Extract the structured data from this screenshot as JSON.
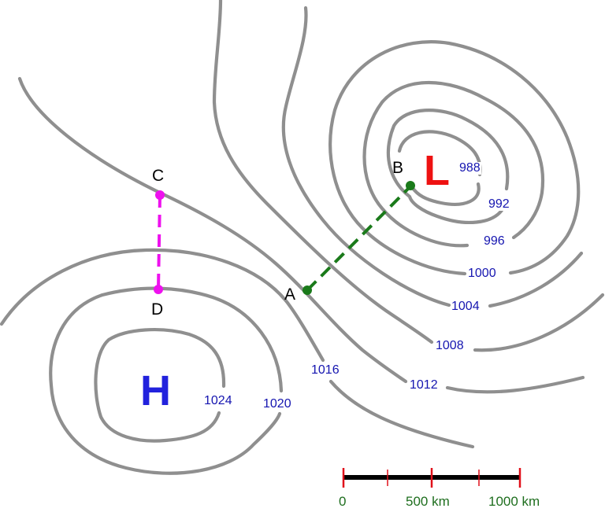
{
  "map": {
    "type": "isobar-weather-map",
    "isobar_unit": "hPa",
    "isobar_interval": 4,
    "low": {
      "symbol": "L",
      "color": "#ee1111"
    },
    "high": {
      "symbol": "H",
      "color": "#2222dd"
    },
    "isobar_labels": [
      "988",
      "992",
      "996",
      "1000",
      "1004",
      "1008",
      "1012",
      "1016",
      "1020",
      "1024"
    ],
    "points": {
      "A": "A",
      "B": "B",
      "C": "C",
      "D": "D"
    },
    "transects": [
      {
        "from": "A",
        "to": "B",
        "color": "#1a7a1a",
        "style": "dashed"
      },
      {
        "from": "C",
        "to": "D",
        "color": "#ee11ee",
        "style": "dashed"
      }
    ],
    "colors": {
      "isobar": "#8f8f8f",
      "isobar_label": "#1515b0",
      "scale_bar": "#000000",
      "scale_ticks": "#e0101a",
      "scale_text": "#1e6e1e"
    }
  },
  "scale_bar": {
    "labels": [
      "0",
      "500 km",
      "1000 km"
    ],
    "ticks": 5
  }
}
